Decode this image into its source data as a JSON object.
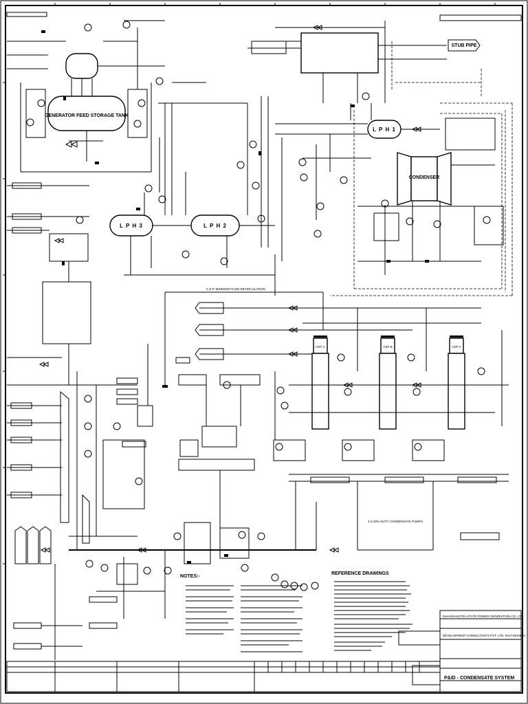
{
  "equipment": {
    "storage_tank": "GENERATOR FEED STORAGE TANK",
    "lph1": "L P H 1",
    "lph2": "L P H 2",
    "lph3": "L P H 3",
    "condenser": "CONDENSER",
    "pump_c": "CEP C",
    "pump_b": "CEP B",
    "pump_a": "CEP A",
    "pumps_caption": "3 X 50% DUTY CONDENSATE PUMPS",
    "stub_pipe": "STUB PIPE"
  },
  "annotations": {
    "recirc": "C.E.P. MINIMUM FLOW RECIRCULATION"
  },
  "notes": {
    "heading": "NOTES:-"
  },
  "reference": {
    "heading": "REFERENCE DRAWINGS"
  },
  "title_block": {
    "company": "MAHARASHTRA STATE POWER GENERATION CO. LTD.",
    "consultant": "DEVELOPMENT CONSULTANTS PVT. LTD. NAVI MUMBAI",
    "drawing_title": "P&ID - CONDENSATE SYSTEM"
  }
}
